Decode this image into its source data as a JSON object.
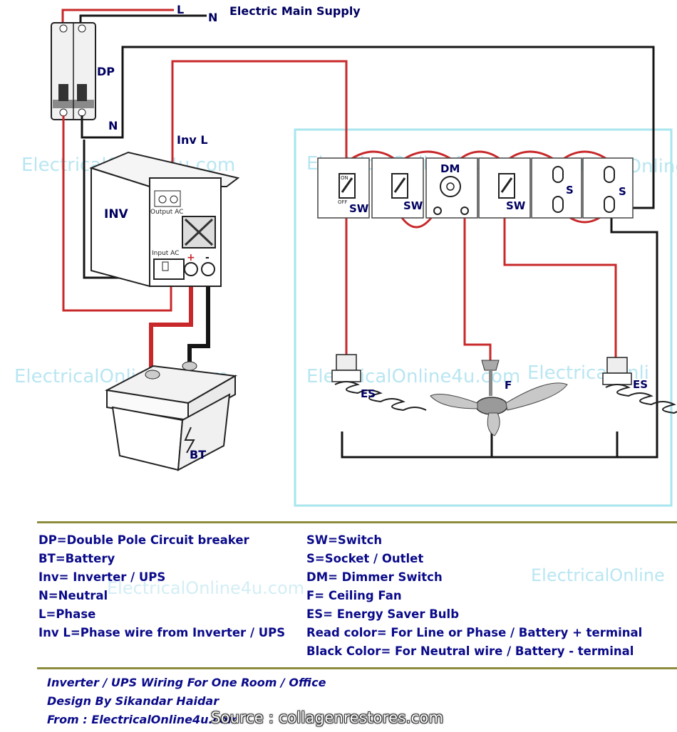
{
  "header": {
    "l": "L",
    "n": "N",
    "title": "Electric Main Supply"
  },
  "labels": {
    "dp": "DP",
    "n2": "N",
    "inv_l": "Inv L",
    "inv": "INV",
    "output_ac": "Output AC",
    "input_ac": "Input AC",
    "plus": "+",
    "minus": "-",
    "bt": "BT",
    "sw1": "SW",
    "sw2": "SW",
    "sw3": "SW",
    "dm": "DM",
    "s1": "S",
    "s2": "S",
    "f": "F",
    "es1": "ES",
    "es2": "ES",
    "on": "ON",
    "off": "OFF"
  },
  "watermarks": [
    "ElectricalOnline4u.com",
    "ElectricalOnline4u.com",
    "ElectricalOnline",
    "ElectricalOnline4u.com",
    "ElectricalOnline4u.com",
    "ElectricalOnli",
    "ElectricalOnline4u.com",
    "ElectricalOnline"
  ],
  "legend": {
    "left": [
      "DP=Double Pole Circuit breaker",
      "BT=Battery",
      "Inv= Inverter / UPS",
      "N=Neutral",
      "L=Phase",
      "Inv L=Phase wire from Inverter / UPS"
    ],
    "right": [
      "SW=Switch",
      "S=Socket / Outlet",
      "DM= Dimmer Switch",
      "F= Ceiling Fan",
      "ES= Energy Saver Bulb",
      "Read color= For Line or Phase / Battery + terminal",
      "Black Color= For Neutral wire / Battery - terminal"
    ]
  },
  "credits": [
    "Inverter / UPS Wiring For One Room / Office",
    "Design By Sikandar Haidar",
    "From : ElectricalOnline4u.com"
  ],
  "source": "Source : collagenrestores.com",
  "colors": {
    "phase": "#c8282a",
    "neutral": "#151515",
    "room": "#a8e6ee",
    "text": "#0a0a8a",
    "rule": "#8c8c3c"
  }
}
